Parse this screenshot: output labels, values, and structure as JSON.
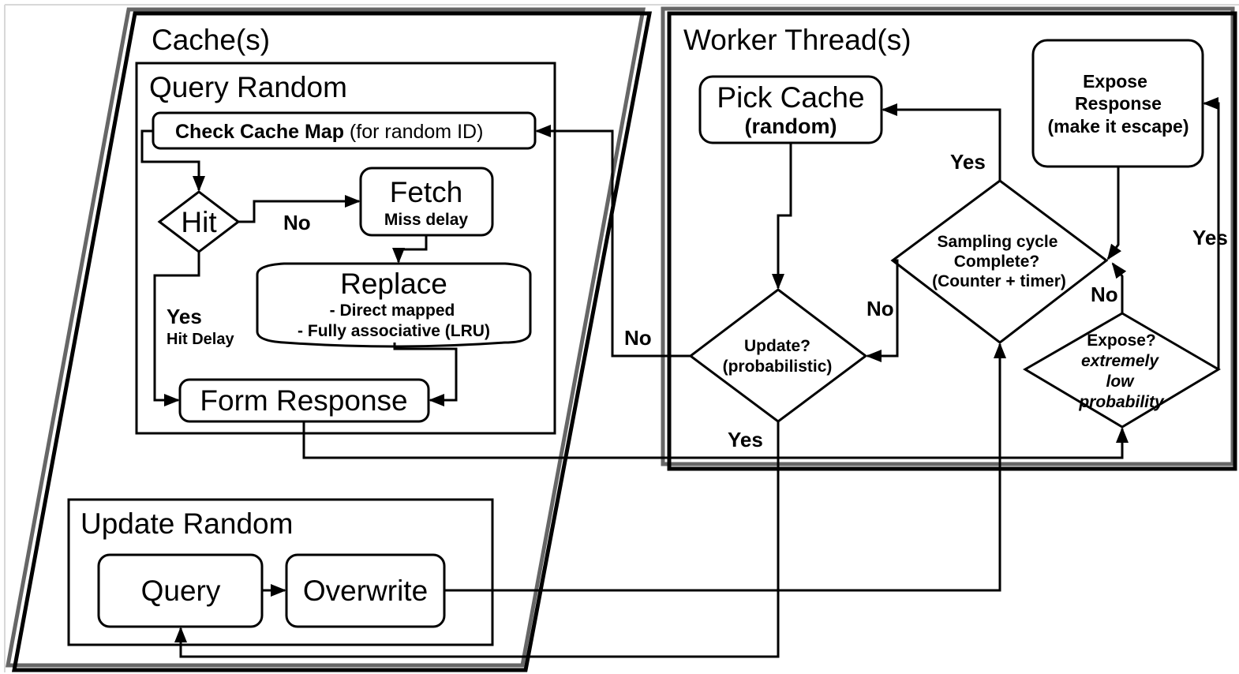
{
  "caches_panel": {
    "title": "Cache(s)",
    "query_random": {
      "title": "Query Random",
      "check_cache_map_bold": "Check Cache Map",
      "check_cache_map_rest": "(for random ID)",
      "hit": "Hit",
      "no_label": "No",
      "fetch_title": "Fetch",
      "fetch_sub": "Miss delay",
      "replace_title": "Replace",
      "replace_item1": "- Direct mapped",
      "replace_item2": "- Fully associative (LRU)",
      "yes_label": "Yes",
      "hit_delay": "Hit Delay",
      "form_response": "Form Response"
    },
    "update_random": {
      "title": "Update Random",
      "query": "Query",
      "overwrite": "Overwrite"
    }
  },
  "worker_panel": {
    "title": "Worker Thread(s)",
    "pick_cache_title": "Pick Cache",
    "pick_cache_sub": "(random)",
    "expose_response_line1": "Expose",
    "expose_response_line2": "Response",
    "expose_response_line3": "(make it escape)",
    "sampling_line1": "Sampling cycle",
    "sampling_line2": "Complete?",
    "sampling_line3": "(Counter + timer)",
    "update_line1": "Update?",
    "update_line2": "(probabilistic)",
    "expose_line1": "Expose?",
    "expose_line2": "extremely",
    "expose_line3": "low",
    "expose_line4": "probability",
    "yes_sampling": "Yes",
    "no_sampling": "No",
    "yes_expose": "Yes",
    "no_expose": "No",
    "no_update": "No",
    "yes_update": "Yes"
  }
}
